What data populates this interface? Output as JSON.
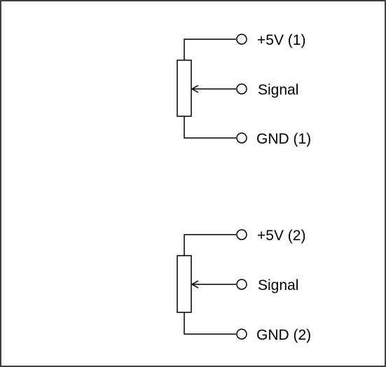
{
  "circuits": [
    {
      "id": 1,
      "terminals": [
        {
          "label": "+5V (1)"
        },
        {
          "label": "Signal"
        },
        {
          "label": "GND (1)"
        }
      ]
    },
    {
      "id": 2,
      "terminals": [
        {
          "label": "+5V (2)"
        },
        {
          "label": "Signal"
        },
        {
          "label": "GND (2)"
        }
      ]
    }
  ]
}
